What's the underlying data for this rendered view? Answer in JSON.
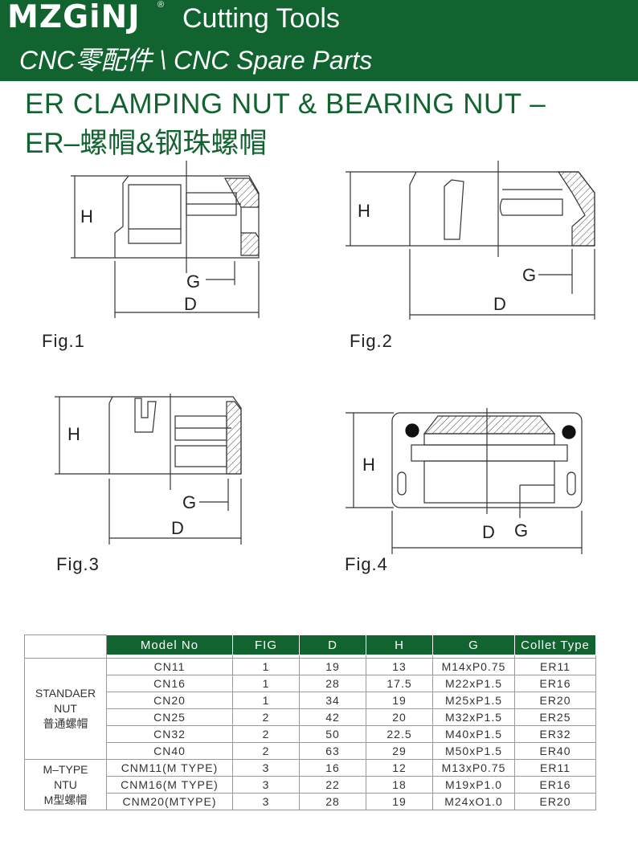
{
  "header": {
    "brand": "MZGiNJ",
    "registered_mark": "®",
    "brand_suffix": "Cutting Tools",
    "subtitle": "CNC零配件 \\ CNC Spare Parts"
  },
  "title": {
    "line1": "ER CLAMPING NUT & BEARING NUT –",
    "line2": "ER–螺帽&钢珠螺帽"
  },
  "figures": [
    {
      "caption": "Fig.1",
      "h_label": "H",
      "g_label": "G",
      "d_label": "D"
    },
    {
      "caption": "Fig.2",
      "h_label": "H",
      "g_label": "G",
      "d_label": "D"
    },
    {
      "caption": "Fig.3",
      "h_label": "H",
      "g_label": "G",
      "d_label": "D"
    },
    {
      "caption": "Fig.4",
      "h_label": "H",
      "g_label": "G",
      "d_label": "D"
    }
  ],
  "table": {
    "columns": [
      "Model No",
      "FIG",
      "D",
      "H",
      "G",
      "Collet Type"
    ],
    "groups": [
      {
        "name_lines": [
          "STANDAER",
          "NUT",
          "普通螺帽"
        ],
        "rows": [
          [
            "CN11",
            "1",
            "19",
            "13",
            "M14xP0.75",
            "ER11"
          ],
          [
            "CN16",
            "1",
            "28",
            "17.5",
            "M22xP1.5",
            "ER16"
          ],
          [
            "CN20",
            "1",
            "34",
            "19",
            "M25xP1.5",
            "ER20"
          ],
          [
            "CN25",
            "2",
            "42",
            "20",
            "M32xP1.5",
            "ER25"
          ],
          [
            "CN32",
            "2",
            "50",
            "22.5",
            "M40xP1.5",
            "ER32"
          ],
          [
            "CN40",
            "2",
            "63",
            "29",
            "M50xP1.5",
            "ER40"
          ]
        ]
      },
      {
        "name_lines": [
          "M–TYPE",
          "NTU",
          "M型螺帽"
        ],
        "rows": [
          [
            "CNM11(M TYPE)",
            "3",
            "16",
            "12",
            "M13xP0.75",
            "ER11"
          ],
          [
            "CNM16(M TYPE)",
            "3",
            "22",
            "18",
            "M19xP1.0",
            "ER16"
          ],
          [
            "CNM20(MTYPE)",
            "3",
            "28",
            "19",
            "M24xO1.0",
            "ER20"
          ]
        ]
      }
    ]
  },
  "colors": {
    "brand_green": "#11632f",
    "line": "#333333"
  }
}
